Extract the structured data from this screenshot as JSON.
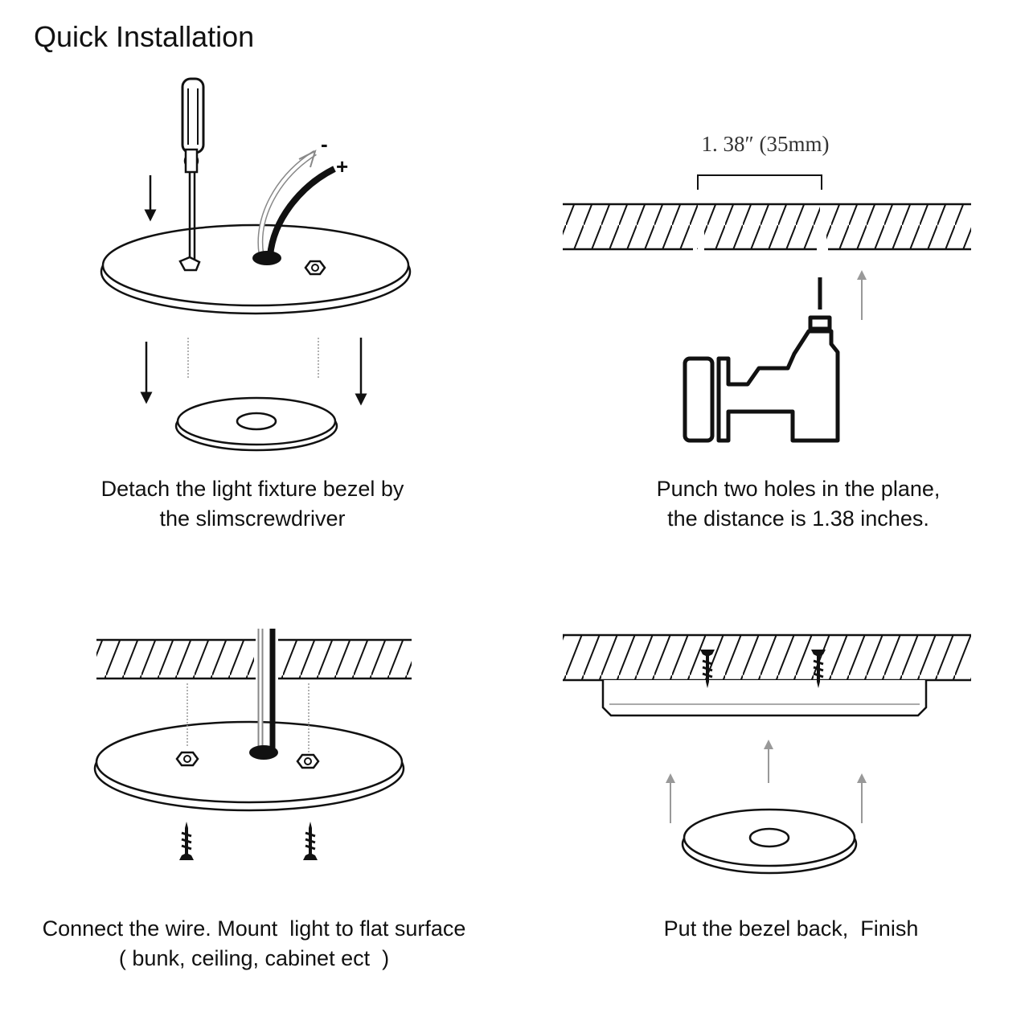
{
  "title": "Quick Installation",
  "steps": [
    {
      "line1": "Detach the light fixture bezel by",
      "line2": "the slimscrewdriver"
    },
    {
      "line1": "Punch two holes in the plane,",
      "line2": "the distance is 1.38 inches."
    },
    {
      "line1": "Connect the wire. Mount  light to flat surface",
      "line2": "( bunk, ceiling, cabinet ect  )"
    },
    {
      "line1": "Put the bezel back,  Finish",
      "line2": ""
    }
  ],
  "dimension_label": "1. 38″ (35mm)",
  "polarity": {
    "negative": "-",
    "positive": "+"
  },
  "colors": {
    "ink": "#111111",
    "gray_arrow": "#999999"
  },
  "icons": [
    "screwdriver-icon",
    "drill-icon",
    "screw-icon",
    "arrow-down-icon",
    "arrow-up-icon"
  ]
}
